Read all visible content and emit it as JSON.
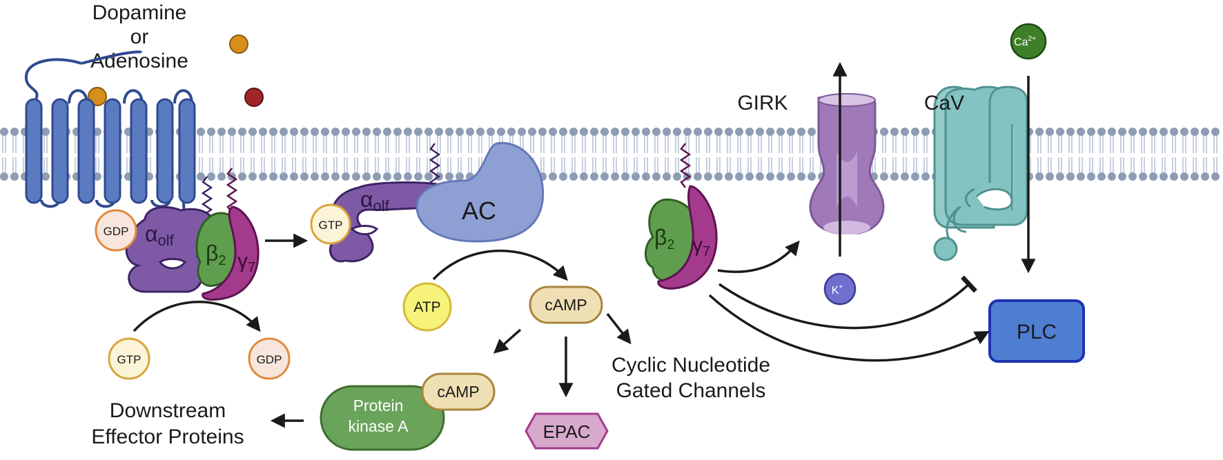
{
  "labels": {
    "ligand_line1": "Dopamine",
    "ligand_line2": "or",
    "ligand_line3": "Adenosine",
    "girk": "GIRK",
    "cav": "CaV",
    "calcium": "Ca",
    "calcium_sup": "2+",
    "potassium": "K",
    "potassium_sup": "+",
    "ac": "AC",
    "alpha_olf": "α",
    "alpha_sub": "olf",
    "beta2": "β",
    "beta_sub": "2",
    "gamma7": "γ",
    "gamma_sub": "7",
    "gdp": "GDP",
    "gtp": "GTP",
    "atp": "ATP",
    "camp": "cAMP",
    "pka_line1": "Protein",
    "pka_line2": "kinase A",
    "epac": "EPAC",
    "plc": "PLC",
    "cngc_line1": "Cyclic Nucleotide",
    "cngc_line2": "Gated Channels",
    "downstream_line1": "Downstream",
    "downstream_line2": "Effector Proteins"
  },
  "colors": {
    "membrane_head": "#8e9cb4",
    "membrane_tail": "#b7c3d6",
    "receptor": "#5b7bc0",
    "receptor_dark": "#2f4a8f",
    "alpha": "#7e5aa6",
    "alpha_dark": "#3d2363",
    "beta": "#5f9e4e",
    "beta_dark": "#2e5f22",
    "gamma": "#a33a8c",
    "gamma_dark": "#5c1450",
    "ac": "#8e9fd4",
    "girk": "#a07ab8",
    "cav": "#83c3c2",
    "gdp_fill": "#f8e6dd",
    "gdp_border": "#e08a3a",
    "gtp_fill": "#fbf4d8",
    "gtp_border": "#d9a53a",
    "atp_fill": "#f7f27a",
    "camp_fill": "#efdfb4",
    "pka": "#6aa35a",
    "epac": "#d7a9cc",
    "plc": "#4f7fd3",
    "ca": "#3f7f2a",
    "k": "#6f6fcf",
    "ligand_orange": "#d78f1c",
    "ligand_red": "#a0262a"
  }
}
